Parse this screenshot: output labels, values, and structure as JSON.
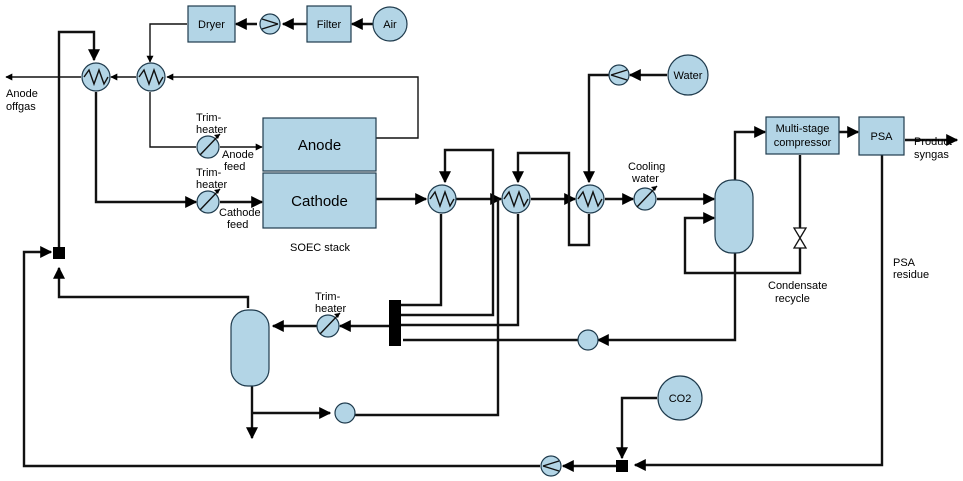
{
  "colors": {
    "equipment_fill": "#b3d5e6",
    "equipment_stroke": "#1f3b4d",
    "line": "#111111"
  },
  "labels": {
    "dryer": "Dryer",
    "filter": "Filter",
    "air": "Air",
    "water": "Water",
    "co2": "CO2",
    "anode": "Anode",
    "cathode": "Cathode",
    "soec_stack": "SOEC stack",
    "anode_offgas_1": "Anode",
    "anode_offgas_2": "offgas",
    "trim_heater_1a": "Trim-",
    "trim_heater_1b": "heater",
    "anode_feed_1": "Anode",
    "anode_feed_2": "feed",
    "trim_heater_2a": "Trim-",
    "trim_heater_2b": "heater",
    "cathode_feed_1": "Cathode",
    "cathode_feed_2": "feed",
    "trim_heater_3a": "Trim-",
    "trim_heater_3b": "heater",
    "cooling_water_1": "Cooling",
    "cooling_water_2": "water",
    "compressor_1": "Multi-stage",
    "compressor_2": "compressor",
    "psa": "PSA",
    "product_syngas_1": "Product",
    "product_syngas_2": "syngas",
    "psa_residue_1": "PSA",
    "psa_residue_2": "residue",
    "condensate_1": "Condensate",
    "condensate_2": "recycle"
  }
}
